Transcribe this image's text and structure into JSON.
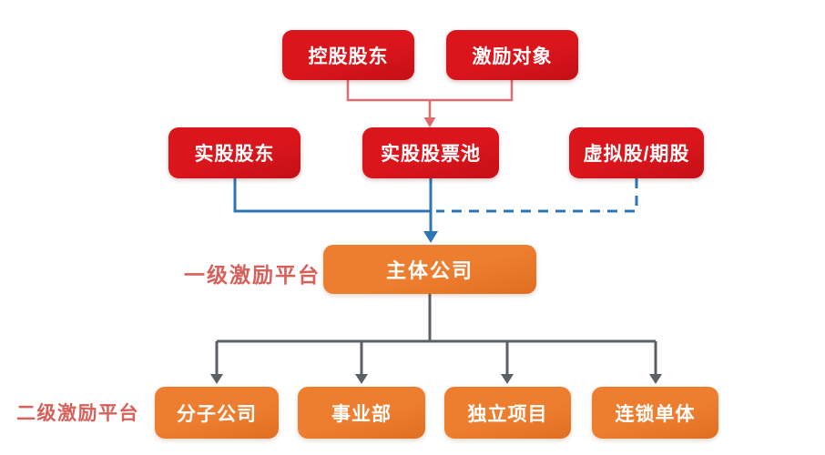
{
  "colors": {
    "background": "#ffffff",
    "red_box": "#da151c",
    "red_box_dark": "#c41016",
    "orange_box": "#ee7e2f",
    "orange_box_dark": "#e06e21",
    "pink_line": "#dd6b6f",
    "blue_line": "#2e75b6",
    "gray_line": "#5b5f66",
    "side_label": "#d8605a",
    "box_text": "#ffffff"
  },
  "nodes": {
    "controlling_shareholder": "控股股东",
    "incentive_targets": "激励对象",
    "real_share_shareholders": "实股股东",
    "real_share_pool": "实股股票池",
    "virtual_or_option_shares": "虚拟股/期股",
    "main_company": "主体公司",
    "sub_company": "分子公司",
    "business_division": "事业部",
    "independent_project": "独立项目",
    "chain_unit": "连锁单体"
  },
  "labels": {
    "level1_platform": "一级激励平台",
    "level2_platform": "二级激励平台"
  }
}
